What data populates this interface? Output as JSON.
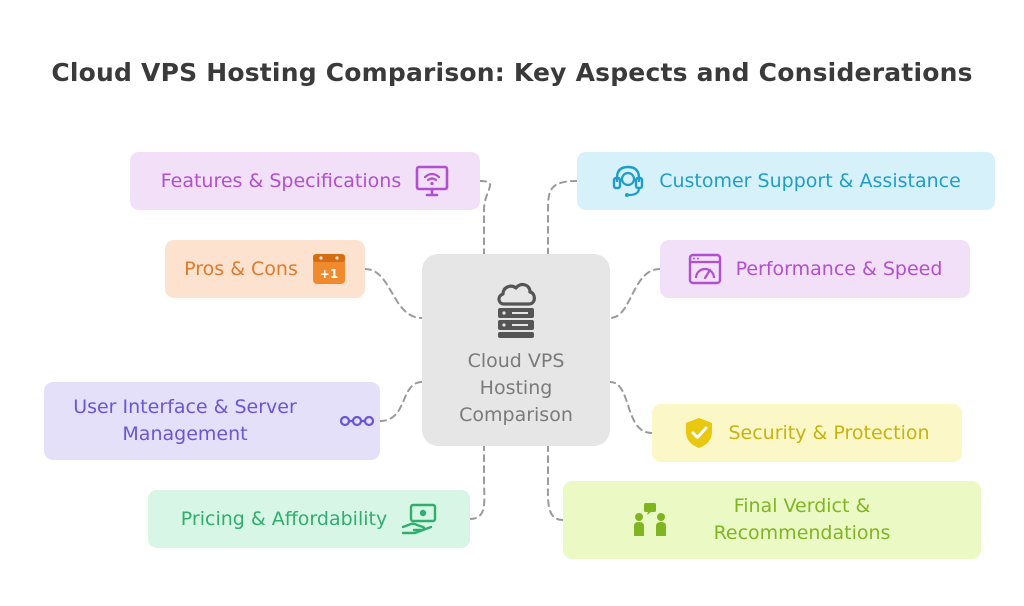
{
  "title": "Cloud VPS Hosting Comparison: Key Aspects and Considerations",
  "center": {
    "label": "Cloud VPS Hosting Comparison",
    "icon": "cloud-server-icon"
  },
  "nodes": [
    {
      "id": "features",
      "label": "Features & Specifications",
      "icon": "monitor-wifi-icon",
      "color": "#b24fcf",
      "background": "#f1e0f8"
    },
    {
      "id": "pros",
      "label": "Pros & Cons",
      "icon": "plus-one-icon",
      "icon_text": "+1",
      "color": "#e07a2c",
      "background": "#fde3cf"
    },
    {
      "id": "ui",
      "label": "User Interface & Server Management",
      "icon": "connected-nodes-icon",
      "color": "#6a55d8",
      "background": "#e4e0fa"
    },
    {
      "id": "pricing",
      "label": "Pricing & Affordability",
      "icon": "hand-money-icon",
      "color": "#2fae6d",
      "background": "#d8f6e6"
    },
    {
      "id": "support",
      "label": "Customer Support & Assistance",
      "icon": "headset-icon",
      "color": "#1e9ec7",
      "background": "#d7f1fb"
    },
    {
      "id": "performance",
      "label": "Performance & Speed",
      "icon": "speedometer-icon",
      "color": "#b24fcf",
      "background": "#f1e0f8"
    },
    {
      "id": "security",
      "label": "Security & Protection",
      "icon": "shield-check-icon",
      "color": "#c9b20e",
      "background": "#fbf7c6"
    },
    {
      "id": "verdict",
      "label": "Final Verdict & Recommendations",
      "icon": "people-discussion-icon",
      "color": "#80b522",
      "background": "#ebfac5"
    }
  ]
}
